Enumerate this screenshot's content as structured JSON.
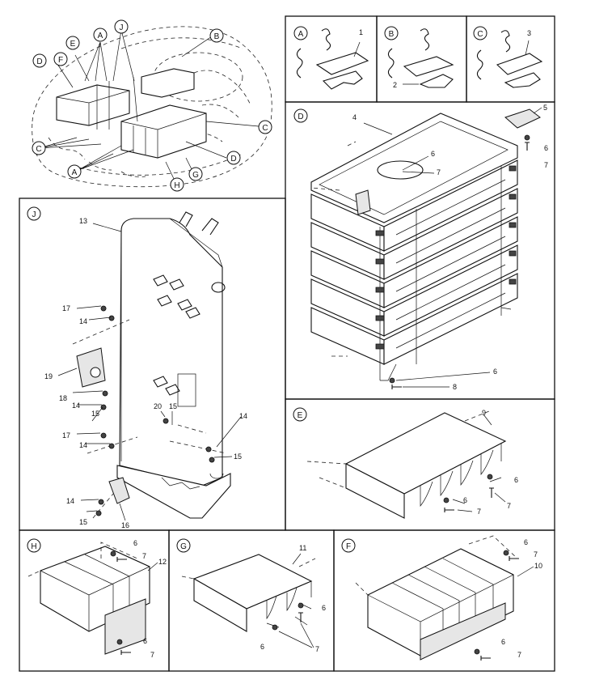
{
  "detail_letters": {
    "a": "A",
    "b": "B",
    "c": "C",
    "d": "D",
    "e": "E",
    "f": "F",
    "g": "G",
    "h": "H",
    "j": "J"
  },
  "callouts": {
    "n1": "1",
    "n2": "2",
    "n3": "3",
    "n4": "4",
    "n5": "5",
    "n6": "6",
    "n7": "7",
    "n8": "8",
    "n9": "9",
    "n10": "10",
    "n11": "11",
    "n12": "12",
    "n13": "13",
    "n14": "14",
    "n15": "15",
    "n16": "16",
    "n17": "17",
    "n18": "18",
    "n19": "19",
    "n20": "20"
  },
  "colors": {
    "line": "#111111",
    "background": "#ffffff",
    "shade": "#e6e6e6"
  }
}
